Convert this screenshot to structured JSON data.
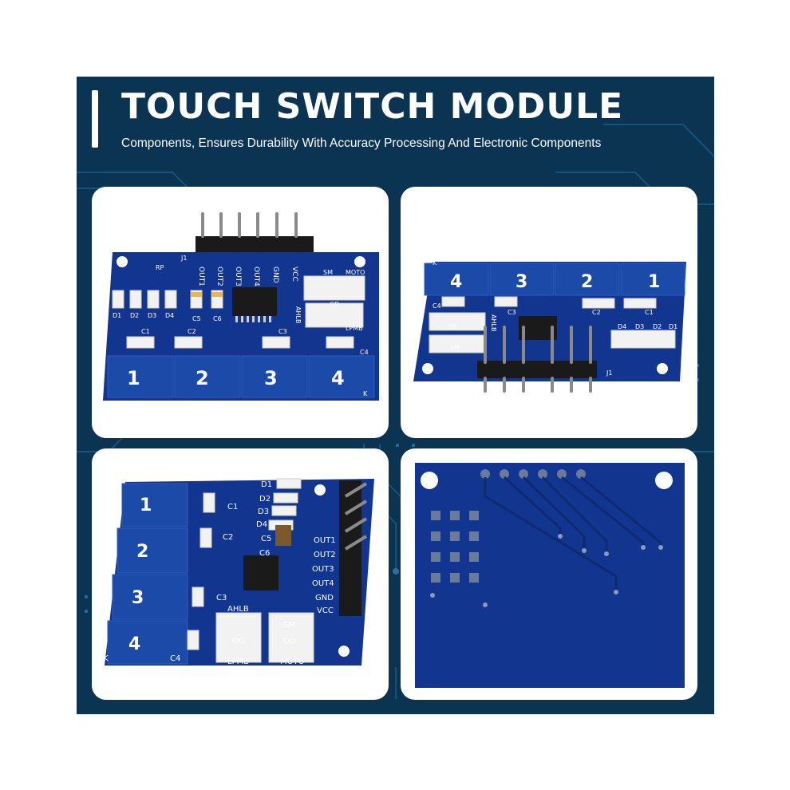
{
  "header": {
    "title": "TOUCH SWITCH MODULE",
    "subtitle": "Components, Ensures Durability With Accuracy Processing And Electronic Components"
  },
  "colors": {
    "background": "#0b3352",
    "pcb": "#12358f",
    "pad": "#1b4aa8",
    "header_pins": "#1a1a1a",
    "panel": "#ffffff"
  },
  "panels": [
    {
      "name": "front-view",
      "pad_numbers": [
        "1",
        "2",
        "3",
        "4"
      ],
      "pin_labels": [
        "OUT1",
        "OUT2",
        "OUT3",
        "OUT4",
        "GND",
        "VCC"
      ],
      "component_labels": [
        "J1",
        "RP",
        "D1",
        "D2",
        "D3",
        "D4",
        "C1",
        "C2",
        "C3",
        "C4",
        "C5",
        "C6",
        "AHLB",
        "SM",
        "OD",
        "MOTO",
        "LPMB",
        "K"
      ]
    },
    {
      "name": "rotated-front-view",
      "pad_numbers": [
        "4",
        "3",
        "2",
        "1"
      ],
      "component_labels": [
        "J1",
        "AHLB",
        "C3",
        "C2",
        "C1",
        "D1",
        "D2",
        "D3",
        "D4",
        "C4",
        "OD",
        "SM",
        "K"
      ]
    },
    {
      "name": "angled-front-view",
      "pad_numbers": [
        "1",
        "2",
        "3",
        "4"
      ],
      "pin_labels": [
        "OUT1",
        "OUT2",
        "OUT3",
        "OUT4",
        "GND",
        "VCC"
      ],
      "component_labels": [
        "D1",
        "D2",
        "D3",
        "D4",
        "C1",
        "C2",
        "C3",
        "C4",
        "C5",
        "C6",
        "AHLB",
        "OG",
        "SM",
        "OD",
        "LPMB",
        "MOTO",
        "K"
      ]
    },
    {
      "name": "back-view",
      "description_visible": ""
    }
  ]
}
